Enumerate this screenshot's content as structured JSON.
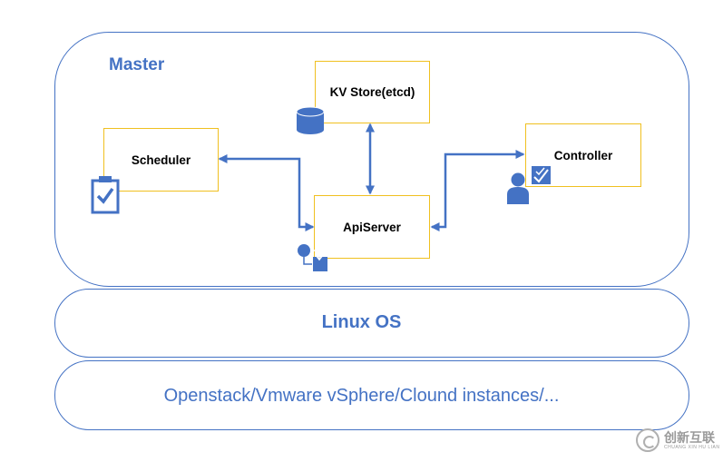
{
  "layers": {
    "master": "Master",
    "linux": "Linux OS",
    "infra": "Openstack/Vmware vSphere/Clound instances/..."
  },
  "components": {
    "kv_store": "KV Store(etcd)",
    "scheduler": "Scheduler",
    "apiserver": "ApiServer",
    "controller": "Controller"
  },
  "watermark": {
    "name": "创新互联",
    "sub": "CHUANG XIN HU LIAN"
  },
  "colors": {
    "accent": "#4472c4",
    "box_border": "#f0c020"
  }
}
